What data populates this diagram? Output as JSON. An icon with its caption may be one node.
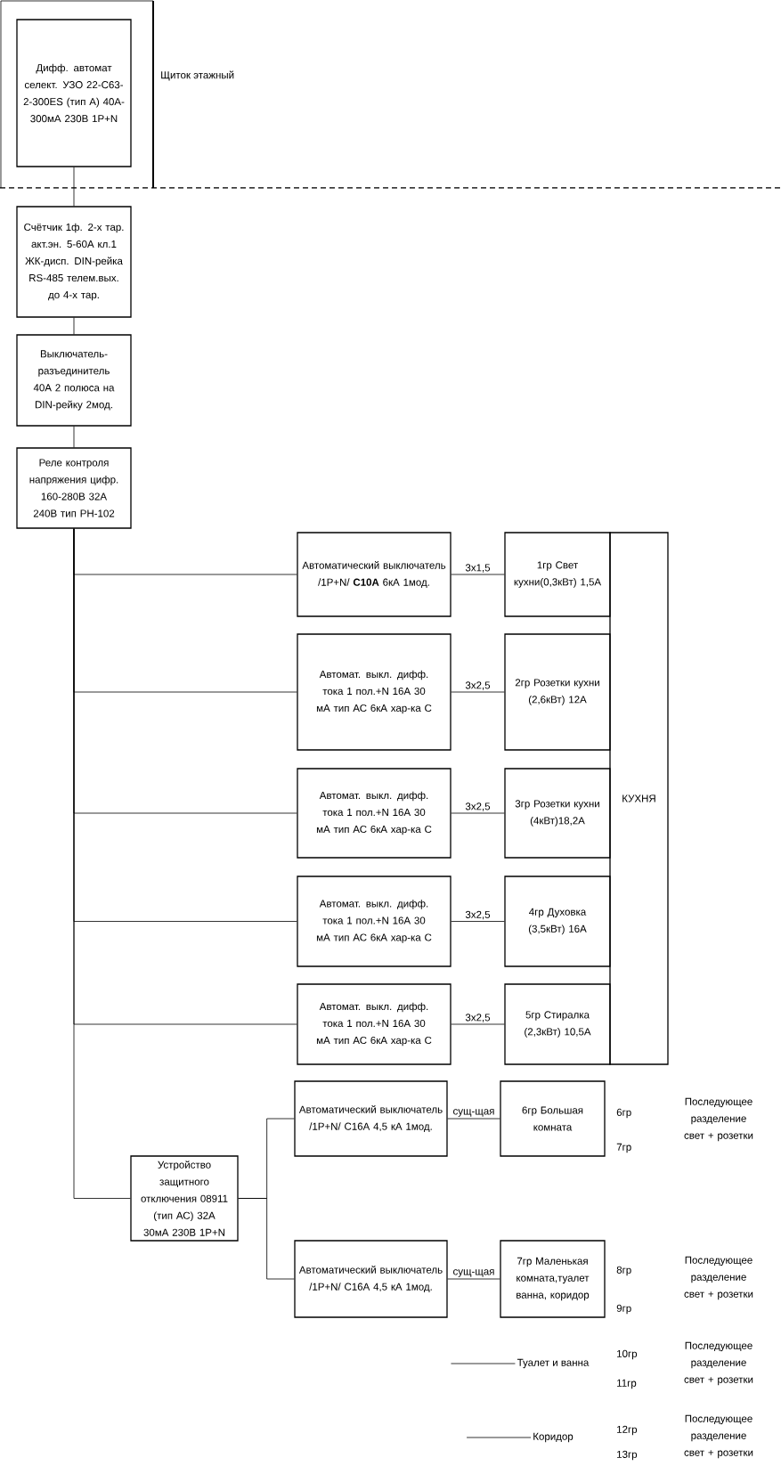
{
  "diagram": {
    "nodes": [
      {
        "text": [
          "Щиток этажный"
        ]
      },
      {
        "text": [
          "Дифф. автомат селект. УЗО 22-С63-2-300ES (тип А) 40А-300мА 230В 1P+N"
        ],
        "in": 0
      },
      {
        "text": [
          "Счётчик 1ф. 2-х тар. акт.эн. 5-60А кл.1 ЖК-дисп. DIN-рейка RS-485 телем.вых. до 4-х тар."
        ]
      },
      {
        "text": [
          "Выключатель-разъединитель 40А 2 полюса на DIN-рейку 2мод."
        ]
      },
      {
        "text": [
          "Реле контроля напряжения цифр. 160-280В 32А 240В тип РН-102"
        ]
      },
      {
        "text": [
          "Автоматический выключатель /1P+N/ **C10A** 6кА 1мод."
        ]
      },
      {
        "text": [
          "1гр Свет кухни(0,3кВт) 1,5А"
        ]
      },
      {
        "text": [
          "Автомат. выкл. дифф. тока 1 пол.+N 16А 30 мА тип АС 6кА хар-ка С"
        ]
      },
      {
        "text": [
          "2гр Розетки кухни (2,6кВт) 12А"
        ]
      },
      {
        "text": [
          "Автомат. выкл. дифф. тока 1 пол.+N 16А 30 мА тип АС 6кА хар-ка С"
        ]
      },
      {
        "text": [
          "3гр Розетки кухни (4кВт)18,2А"
        ]
      },
      {
        "text": [
          "Автомат. выкл. дифф. тока 1 пол.+N 16А 30 мА тип АС 6кА хар-ка С"
        ]
      },
      {
        "text": [
          "4гр Духовка (3,5кВт) 16А"
        ]
      },
      {
        "text": [
          "Автомат. выкл. дифф. тока 1 пол.+N 16А 30 мА тип АС 6кА хар-ка С"
        ]
      },
      {
        "text": [
          "5гр Стиралка (2,3кВт) 10,5А"
        ]
      },
      {
        "text": [
          "КУХНЯ"
        ]
      },
      {
        "text": [
          "Автоматический выключатель /1P+N/ C16A 4,5 кА 1мод."
        ]
      },
      {
        "text": [
          "6гр Большая комната"
        ]
      },
      {
        "text": [
          "Устройство защитного отключения 08911 (тип АС) 32А 30мА 230В 1P+N"
        ]
      },
      {
        "text": [
          "Автоматический выключатель /1P+N/ C16A 4,5 кА 1мод."
        ]
      },
      {
        "text": [
          "7гр Маленькая комната,туалет ванна, коридор"
        ]
      },
      {
        "text": [
          "Туалет и ванна"
        ]
      },
      {
        "text": [
          "Коридор"
        ]
      }
    ],
    "edges": [
      {
        "from": 1,
        "to": 2,
        "arrow": "none"
      },
      {
        "from": 2,
        "to": 3,
        "arrow": "none"
      },
      {
        "from": 3,
        "to": 4,
        "arrow": "none"
      },
      {
        "from": 4,
        "to": 5,
        "arrow": "none"
      },
      {
        "from": 4,
        "to": 7,
        "arrow": "none"
      },
      {
        "from": 4,
        "to": 9,
        "arrow": "none"
      },
      {
        "from": 4,
        "to": 11,
        "arrow": "none"
      },
      {
        "from": 4,
        "to": 13,
        "arrow": "none"
      },
      {
        "from": 4,
        "to": 18,
        "arrow": "none"
      },
      {
        "from": 5,
        "to": 6,
        "arrow": "none",
        "label": "3х1,5"
      },
      {
        "from": 7,
        "to": 8,
        "arrow": "none",
        "label": "3х2,5"
      },
      {
        "from": 9,
        "to": 10,
        "arrow": "none",
        "label": "3х2,5"
      },
      {
        "from": 11,
        "to": 12,
        "arrow": "none",
        "label": "3х2,5"
      },
      {
        "from": 13,
        "to": 14,
        "arrow": "none",
        "label": "3х2,5"
      },
      {
        "from": 18,
        "to": 16,
        "arrow": "none"
      },
      {
        "from": 18,
        "to": 19,
        "arrow": "none"
      },
      {
        "from": 16,
        "to": 17,
        "arrow": "none",
        "label": "сущ-щая"
      },
      {
        "from": 19,
        "to": 20,
        "arrow": "none",
        "label": "сущ-щая"
      },
      {
        "from": null,
        "to": 21,
        "arrow": "none"
      },
      {
        "from": null,
        "to": 22,
        "arrow": "none"
      }
    ],
    "labels": [
      "6гр",
      "Последующее разделение свет + розетки",
      "7гр",
      "8гр",
      "Последующее разделение свет + розетки",
      "9гр",
      "10гр",
      "Последующее разделение свет + розетки",
      "11гр",
      "12гр",
      "Последующее разделение свет + розетки",
      "13гр"
    ]
  }
}
